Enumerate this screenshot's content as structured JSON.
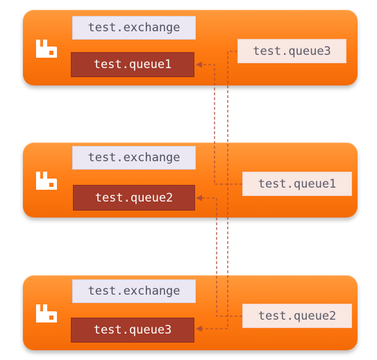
{
  "colors": {
    "node_orange": "#ff7a12",
    "exchange_fill": "#ebe8f4",
    "queue_fill": "#a33a2a",
    "mirror_fill": "#f9e7e2",
    "link_color": "#b0503a"
  },
  "nodes": [
    {
      "icon": "rabbitmq-logo-icon",
      "exchange": "test.exchange",
      "queue": "test.queue1",
      "mirror": "test.queue3"
    },
    {
      "icon": "rabbitmq-logo-icon",
      "exchange": "test.exchange",
      "queue": "test.queue2",
      "mirror": "test.queue1"
    },
    {
      "icon": "rabbitmq-logo-icon",
      "exchange": "test.exchange",
      "queue": "test.queue3",
      "mirror": "test.queue2"
    }
  ]
}
